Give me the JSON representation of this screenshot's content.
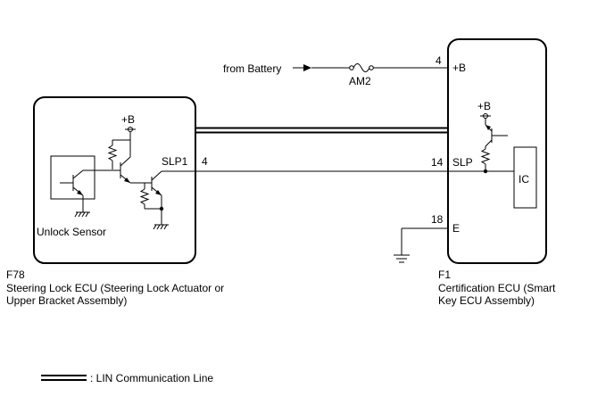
{
  "battery_label": "from Battery",
  "fuse_label": "AM2",
  "left_ecu": {
    "code": "F78",
    "name_line1": "Steering Lock ECU (Steering Lock Actuator or",
    "name_line2": "Upper Bracket Assembly)",
    "plus_b": "+B",
    "pin_name": "SLP1",
    "pin_number": "4",
    "sensor_label": "Unlock Sensor"
  },
  "right_ecu": {
    "code": "F1",
    "name_line1": "Certification ECU (Smart",
    "name_line2": "Key ECU Assembly)",
    "plus_b_pin": "4",
    "plus_b_label": "+B",
    "inner_plus_b": "+B",
    "slp_pin": "14",
    "slp_label": "SLP",
    "e_pin": "18",
    "e_label": "E",
    "ic_label": "IC"
  },
  "legend": {
    "label": ": LIN Communication Line"
  }
}
